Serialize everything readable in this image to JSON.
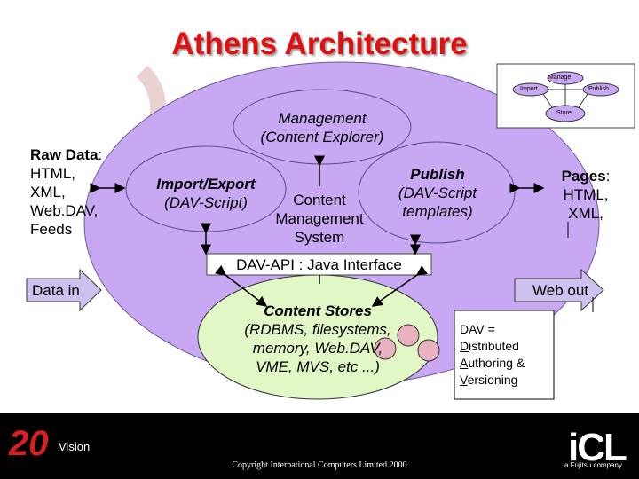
{
  "title": "Athens Architecture",
  "mini_diagram": {
    "manage": "Manage",
    "import": "Import",
    "publish": "Publish",
    "store": "Store"
  },
  "management": {
    "line1": "Management",
    "line2": "(Content Explorer)"
  },
  "raw_data": {
    "heading": "Raw Data",
    "suffix": ":",
    "lines": [
      "HTML,",
      "XML,",
      "Web.DAV,",
      "Feeds"
    ]
  },
  "import_export": {
    "line1": "Import/Export",
    "line2": "(DAV-Script)"
  },
  "cms": {
    "lines": [
      "Content",
      "Management",
      "System"
    ]
  },
  "publish": {
    "line1": "Publish",
    "line2": "(DAV-Script",
    "line3": "templates)"
  },
  "pages": {
    "heading": "Pages",
    "suffix": ":",
    "lines": [
      "HTML,",
      "XML,"
    ]
  },
  "dav_api": "DAV-API : Java Interface",
  "data_in": "Data in",
  "web_out": "Web out",
  "content_stores": {
    "line1": "Content Stores",
    "line2": "(RDBMS, filesystems,",
    "line3": "memory, Web.DAV,",
    "line4": "VME, MVS, etc ...)"
  },
  "dav_note": {
    "line1": "DAV =",
    "items": [
      {
        "initial": "D",
        "rest": "istributed"
      },
      {
        "initial": "A",
        "rest": "uthoring &"
      },
      {
        "initial": "V",
        "rest": "ersioning"
      }
    ]
  },
  "footer": {
    "copyright": "Copyright International Computers Limited 2000",
    "vision_num": "20",
    "vision_text": "Vision",
    "icl_logo": "iCL",
    "icl_tag": "a Fujitsu company"
  },
  "colors": {
    "title": "#e01010",
    "main_ellipse": "#c8a8f2",
    "store_ellipse": "#e2f7c6",
    "db_circle": "#e8b2c0",
    "arrow_fill": "#cfc1ef",
    "footer": "#000000"
  }
}
